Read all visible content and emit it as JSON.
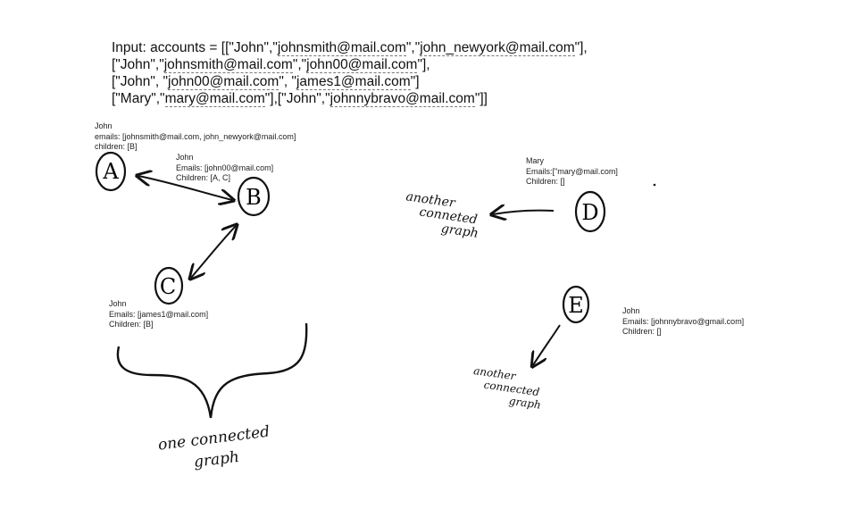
{
  "input": {
    "lines": [
      [
        "Input: accounts = [[\"John\",\"",
        {
          "email": "johnsmith@mail.com"
        },
        "\",\"",
        {
          "email": "john_newyork@mail.com"
        },
        "\"],"
      ],
      [
        "[\"John\",\"",
        {
          "email": "johnsmith@mail.com"
        },
        "\",\"",
        {
          "email": "john00@mail.com"
        },
        "\"],"
      ],
      [
        "[\"John\", \"",
        {
          "email": "john00@mail.com"
        },
        "\", \"",
        {
          "email": "james1@mail.com"
        },
        "\"]"
      ],
      [
        "[\"Mary\",\"",
        {
          "email": "mary@mail.com"
        },
        "\"],[\"John\",\"",
        {
          "email": "johnnybravo@mail.com"
        },
        "\"]]"
      ]
    ]
  },
  "nodes": [
    {
      "id": "A",
      "label": "A",
      "info": [
        "John",
        "emails: [johnsmith@mail.com, john_newyork@mail.com]",
        "children: [B]"
      ]
    },
    {
      "id": "B",
      "label": "B",
      "info": [
        "John",
        "Emails: [john00@mail.com]",
        "Children: [A, C]"
      ]
    },
    {
      "id": "C",
      "label": "C",
      "info": [
        "John",
        "Emails: [james1@mail.com]",
        "Children: [B]"
      ]
    },
    {
      "id": "D",
      "label": "D",
      "info": [
        "Mary",
        "Emails:[\"mary@mail.com]",
        "Children: []"
      ]
    },
    {
      "id": "E",
      "label": "E",
      "info": [
        "John",
        "Emails: [johnnybravo@gmail.com]",
        "Children: []"
      ]
    }
  ],
  "annotations": {
    "one_connected": [
      "one  connected",
      "graph"
    ],
    "another_d": [
      "another",
      "conneted",
      "graph"
    ],
    "another_e": [
      "another",
      "connected",
      "graph"
    ]
  },
  "colors": {
    "ink": "#111111",
    "text": "#222222",
    "dash": "#777777"
  }
}
